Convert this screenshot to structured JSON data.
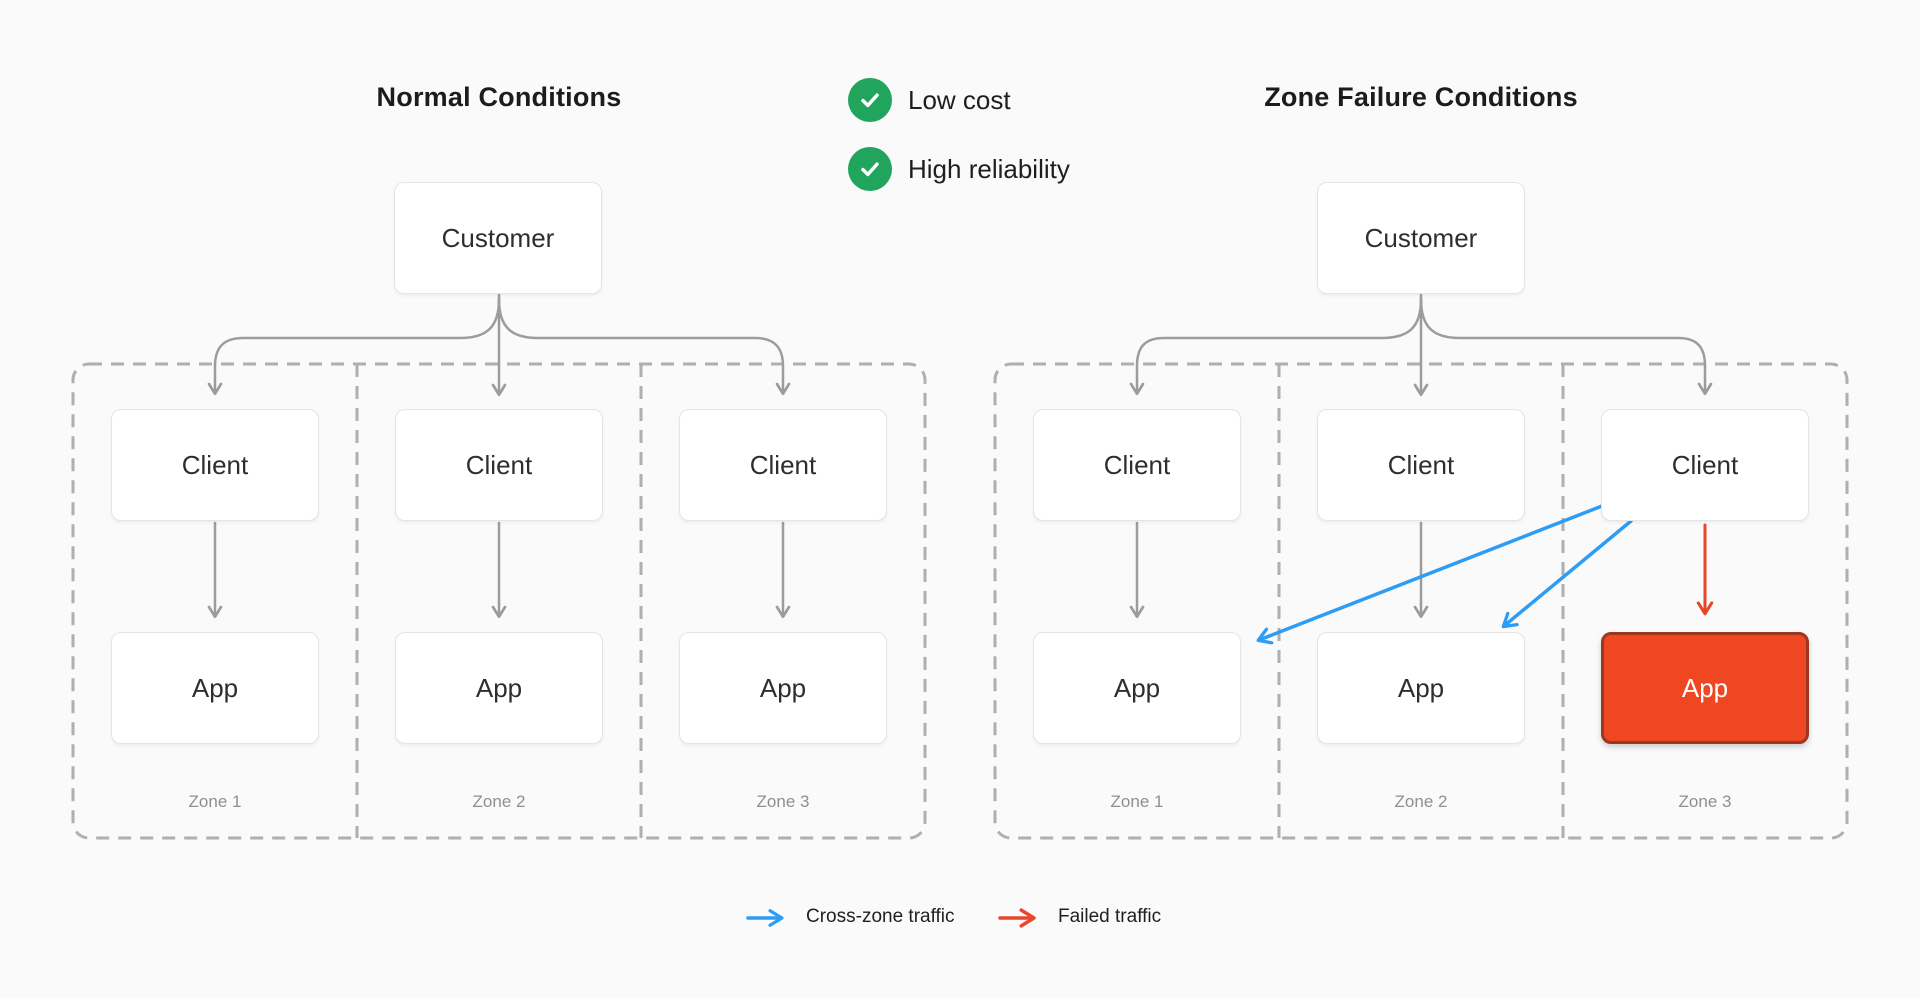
{
  "colors": {
    "background": "#FAFAFA",
    "box_background": "#FFFFFF",
    "box_border": "#E5E5E5",
    "box_text": "#2E2E2E",
    "zone_dash": "#AFAFAF",
    "zone_label_text": "#8F8F8F",
    "arrow_gray": "#9C9C9C",
    "accent_green": "#21A55C",
    "accent_blue": "#2D9CF4",
    "accent_red": "#E8472B",
    "failed_box_background": "#EF4722",
    "failed_box_border": "#9C3722",
    "title_text": "#1C1C1C"
  },
  "benefits": {
    "items": [
      {
        "icon": "check-circle-icon",
        "label": "Low cost"
      },
      {
        "icon": "check-circle-icon",
        "label": "High reliability"
      }
    ]
  },
  "left": {
    "title": "Normal Conditions",
    "customer_label": "Customer",
    "zones": [
      {
        "label": "Zone 1",
        "client_label": "Client",
        "app_label": "App",
        "app_status": "healthy"
      },
      {
        "label": "Zone 2",
        "client_label": "Client",
        "app_label": "App",
        "app_status": "healthy"
      },
      {
        "label": "Zone 3",
        "client_label": "Client",
        "app_label": "App",
        "app_status": "healthy"
      }
    ]
  },
  "right": {
    "title": "Zone Failure Conditions",
    "customer_label": "Customer",
    "zones": [
      {
        "label": "Zone 1",
        "client_label": "Client",
        "app_label": "App",
        "app_status": "healthy"
      },
      {
        "label": "Zone 2",
        "client_label": "Client",
        "app_label": "App",
        "app_status": "healthy"
      },
      {
        "label": "Zone 3",
        "client_label": "Client",
        "app_label": "App",
        "app_status": "failed"
      }
    ]
  },
  "legend": {
    "items": [
      {
        "label": "Cross-zone traffic",
        "color": "#2D9CF4",
        "icon": "blue-arrow-icon"
      },
      {
        "label": "Failed traffic",
        "color": "#E8472B",
        "icon": "red-arrow-icon"
      }
    ]
  }
}
